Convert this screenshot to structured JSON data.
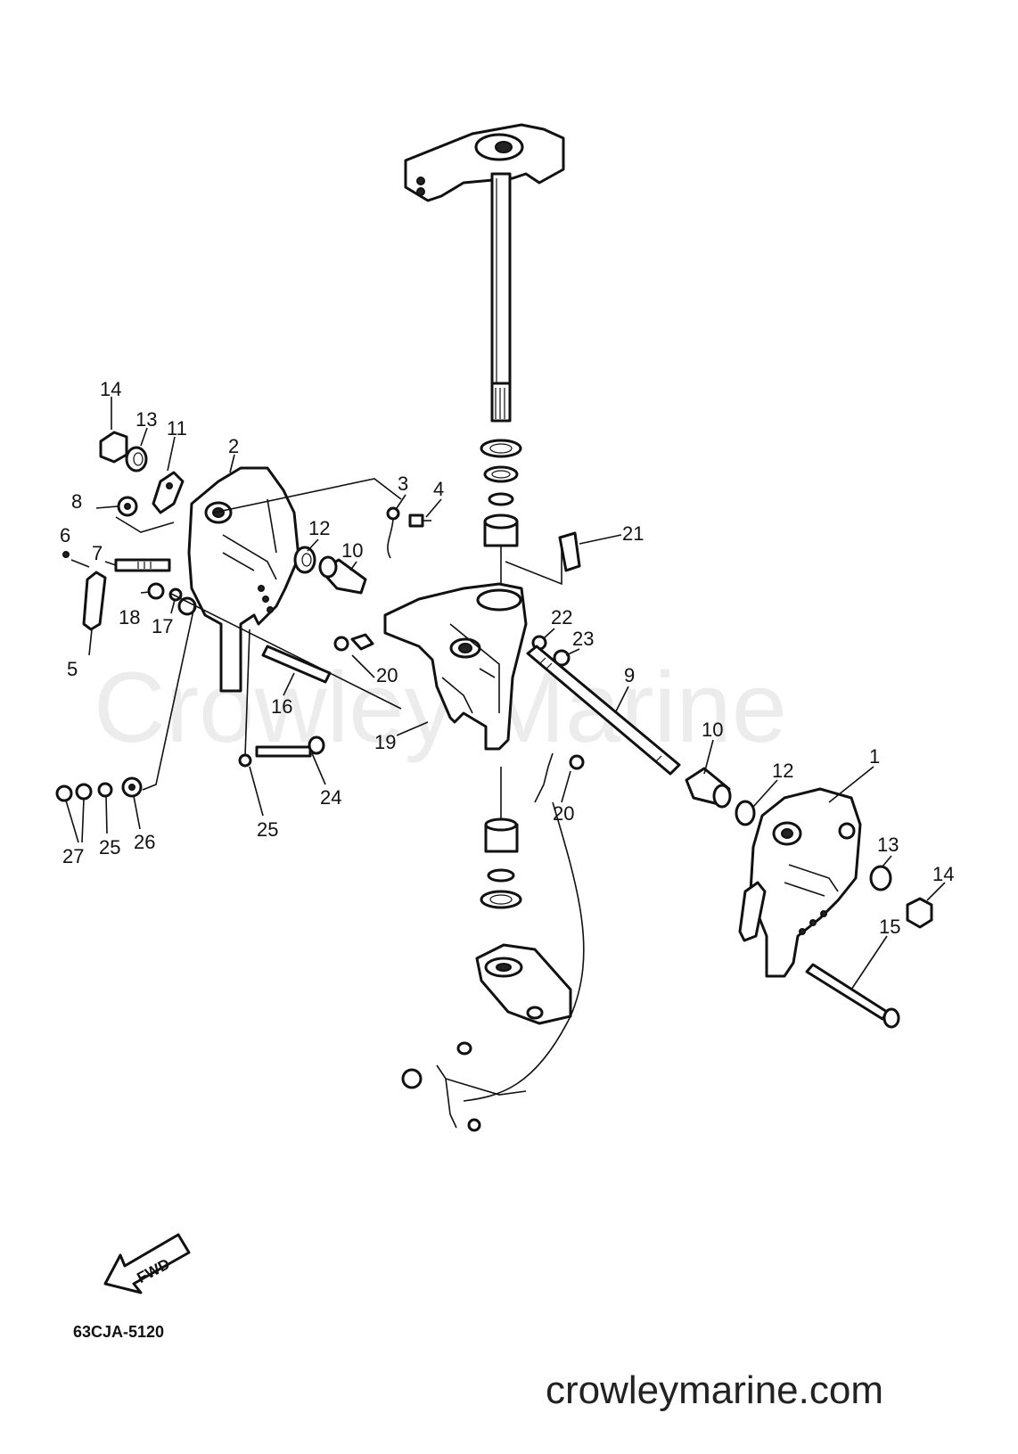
{
  "diagram": {
    "part_labels": [
      {
        "id": "lbl-14a",
        "text": "14"
      },
      {
        "id": "lbl-13a",
        "text": "13"
      },
      {
        "id": "lbl-11",
        "text": "11"
      },
      {
        "id": "lbl-2",
        "text": "2"
      },
      {
        "id": "lbl-8",
        "text": "8"
      },
      {
        "id": "lbl-6",
        "text": "6"
      },
      {
        "id": "lbl-7",
        "text": "7"
      },
      {
        "id": "lbl-5",
        "text": "5"
      },
      {
        "id": "lbl-18",
        "text": "18"
      },
      {
        "id": "lbl-17",
        "text": "17"
      },
      {
        "id": "lbl-12a",
        "text": "12"
      },
      {
        "id": "lbl-10a",
        "text": "10"
      },
      {
        "id": "lbl-3",
        "text": "3"
      },
      {
        "id": "lbl-4",
        "text": "4"
      },
      {
        "id": "lbl-21",
        "text": "21"
      },
      {
        "id": "lbl-22",
        "text": "22"
      },
      {
        "id": "lbl-23",
        "text": "23"
      },
      {
        "id": "lbl-20a",
        "text": "20"
      },
      {
        "id": "lbl-16",
        "text": "16"
      },
      {
        "id": "lbl-19",
        "text": "19"
      },
      {
        "id": "lbl-9",
        "text": "9"
      },
      {
        "id": "lbl-10b",
        "text": "10"
      },
      {
        "id": "lbl-12b",
        "text": "12"
      },
      {
        "id": "lbl-1",
        "text": "1"
      },
      {
        "id": "lbl-20b",
        "text": "20"
      },
      {
        "id": "lbl-24",
        "text": "24"
      },
      {
        "id": "lbl-25a",
        "text": "25"
      },
      {
        "id": "lbl-27",
        "text": "27"
      },
      {
        "id": "lbl-25b",
        "text": "25"
      },
      {
        "id": "lbl-26",
        "text": "26"
      },
      {
        "id": "lbl-13b",
        "text": "13"
      },
      {
        "id": "lbl-14b",
        "text": "14"
      },
      {
        "id": "lbl-15",
        "text": "15"
      }
    ],
    "fwd_label": "FWD",
    "diagram_code": "63CJA-5120",
    "watermark": "Crowley Marine",
    "site_footer": "crowleymarine.com"
  }
}
